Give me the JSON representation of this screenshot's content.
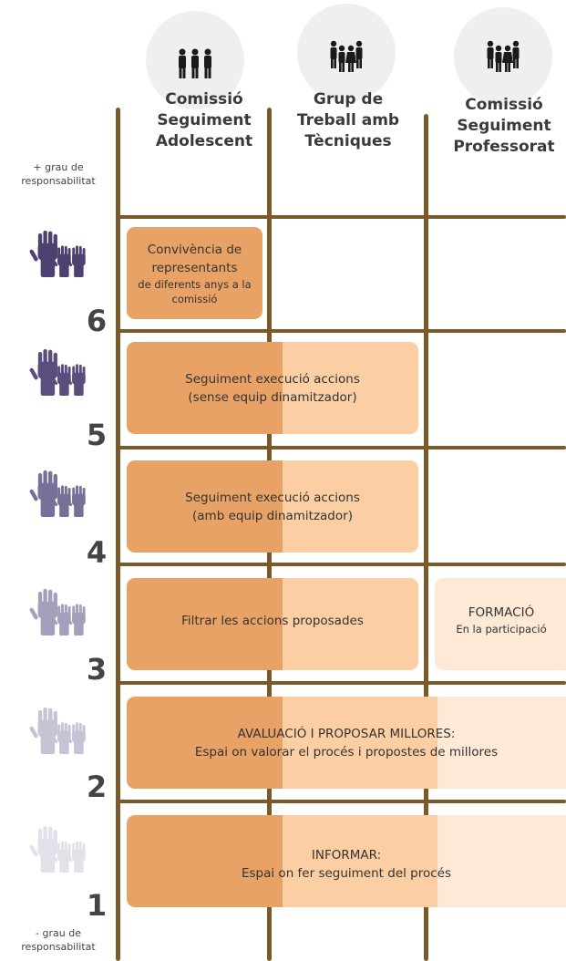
{
  "columns": [
    {
      "title_lines": [
        "Comissió",
        "Seguiment",
        "Adolescent"
      ],
      "icon": "group-three-people-icon"
    },
    {
      "title_lines": [
        "Grup de",
        "Treball amb",
        "Tècniques"
      ],
      "icon": "group-four-people-icon"
    },
    {
      "title_lines": [
        "Comissió",
        "Seguiment",
        "Professorat"
      ],
      "icon": "group-four-people-icon"
    }
  ],
  "responsibility": {
    "top": [
      "+ grau de",
      "responsabilitat"
    ],
    "bottom": [
      "- grau de",
      "responsabilitat"
    ]
  },
  "levels": [
    {
      "number": "6",
      "hand_color": "#4e4070",
      "cells": [
        {
          "lines": [
            "Convivència de",
            "representants"
          ],
          "small_lines": [
            "de diferents anys a la",
            "comissió"
          ]
        }
      ]
    },
    {
      "number": "5",
      "hand_color": "#5b4e7e",
      "cells": [
        {
          "lines": [
            "Seguiment execució accions",
            "(sense equip dinamitzador)"
          ]
        }
      ]
    },
    {
      "number": "4",
      "hand_color": "#79709a",
      "cells": [
        {
          "lines": [
            "Seguiment execució accions",
            "(amb equip dinamitzador)"
          ]
        }
      ]
    },
    {
      "number": "3",
      "hand_color": "#a49fbb",
      "cells": [
        {
          "lines": [
            "Filtrar les accions proposades"
          ]
        },
        {
          "lines": [
            "FORMACIÓ"
          ],
          "small_lines": [
            "En la participació"
          ]
        }
      ]
    },
    {
      "number": "2",
      "hand_color": "#c6c3d5",
      "cells": [
        {
          "lines": [
            "AVALUACIÓ I PROPOSAR MILLORES:",
            "Espai on valorar el procés i propostes de millores"
          ]
        }
      ]
    },
    {
      "number": "1",
      "hand_color": "#e2e1ea",
      "cells": [
        {
          "lines": [
            "INFORMAR:",
            "Espai on fer seguiment del procés"
          ]
        }
      ]
    }
  ],
  "colors": {
    "line": "#7a5a2a",
    "col1_fill": "#e8a265",
    "col2_fill": "#fbcfa3",
    "col3_fill": "#fde9d6"
  }
}
